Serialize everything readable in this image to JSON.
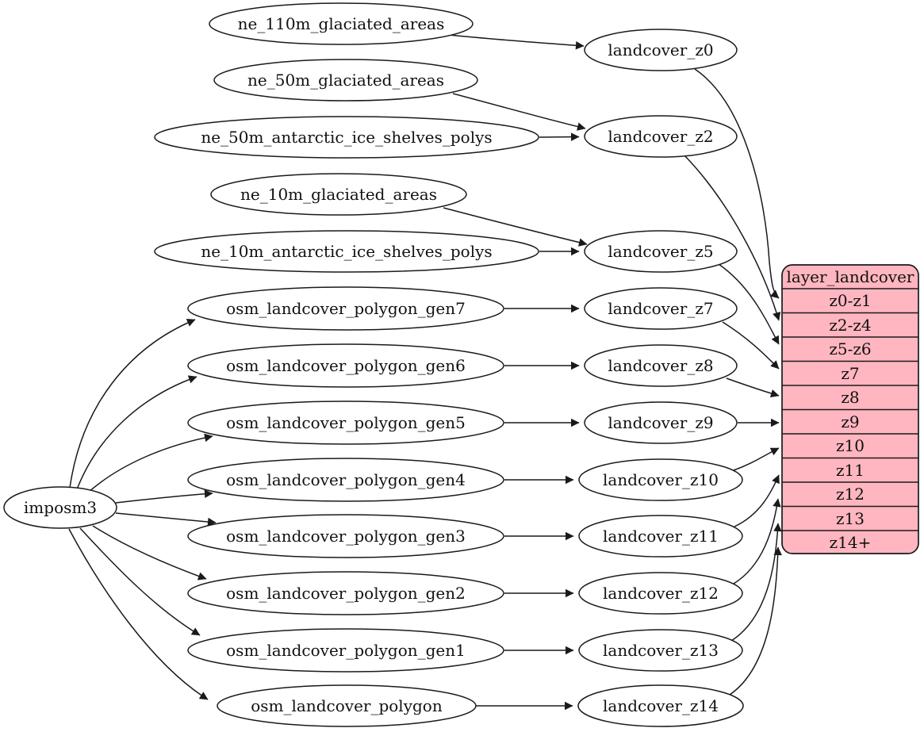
{
  "graph": {
    "root": {
      "label": "imposm3"
    },
    "sources": [
      {
        "label": "ne_110m_glaciated_areas"
      },
      {
        "label": "ne_50m_glaciated_areas"
      },
      {
        "label": "ne_50m_antarctic_ice_shelves_polys"
      },
      {
        "label": "ne_10m_glaciated_areas"
      },
      {
        "label": "ne_10m_antarctic_ice_shelves_polys"
      },
      {
        "label": "osm_landcover_polygon_gen7"
      },
      {
        "label": "osm_landcover_polygon_gen6"
      },
      {
        "label": "osm_landcover_polygon_gen5"
      },
      {
        "label": "osm_landcover_polygon_gen4"
      },
      {
        "label": "osm_landcover_polygon_gen3"
      },
      {
        "label": "osm_landcover_polygon_gen2"
      },
      {
        "label": "osm_landcover_polygon_gen1"
      },
      {
        "label": "osm_landcover_polygon"
      }
    ],
    "stages": [
      {
        "label": "landcover_z0"
      },
      {
        "label": "landcover_z2"
      },
      {
        "label": "landcover_z5"
      },
      {
        "label": "landcover_z7"
      },
      {
        "label": "landcover_z8"
      },
      {
        "label": "landcover_z9"
      },
      {
        "label": "landcover_z10"
      },
      {
        "label": "landcover_z11"
      },
      {
        "label": "landcover_z12"
      },
      {
        "label": "landcover_z13"
      },
      {
        "label": "landcover_z14"
      }
    ],
    "layer_table": {
      "title": "layer_landcover",
      "rows": [
        "z0-z1",
        "z2-z4",
        "z5-z6",
        "z7",
        "z8",
        "z9",
        "z10",
        "z11",
        "z12",
        "z13",
        "z14+"
      ]
    }
  },
  "colors": {
    "table_fill": "#ffb6c1",
    "stroke": "#1a1a1a",
    "text": "#111111",
    "background": "#ffffff"
  }
}
